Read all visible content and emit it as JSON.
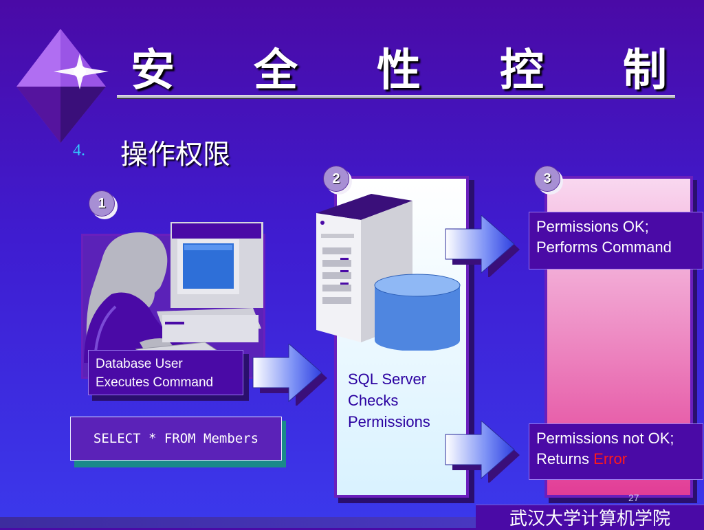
{
  "slide": {
    "title_chars": [
      "安",
      "全",
      "性",
      "控",
      "制"
    ],
    "bullet_number": "4.",
    "bullet_text": "操作权限",
    "footer": "武汉大学计算机学院",
    "page_number": "27"
  },
  "steps": {
    "badge1": "1",
    "badge2": "2",
    "badge3": "3",
    "user_label_line1": "Database User",
    "user_label_line2": "Executes Command",
    "server_line1": "SQL Server",
    "server_line2": "Checks",
    "server_line3": "Permissions",
    "ok_line1": "Permissions OK;",
    "ok_line2": "Performs Command",
    "fail_line1": "Permissions not OK;",
    "fail_line2_prefix": "Returns ",
    "fail_line2_error": "Error",
    "sql_command": "SELECT * FROM Members"
  },
  "colors": {
    "background_top": "#4a0aa6",
    "background_bottom": "#3b39ec",
    "accent_purple": "#6a1fbd",
    "bullet_number": "#33ccff",
    "error": "#ff1a1a"
  }
}
